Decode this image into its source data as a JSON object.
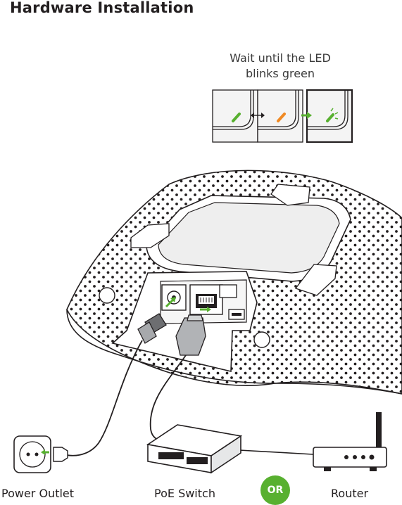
{
  "title": "Hardware Installation",
  "led_instruction": {
    "line1": "Wait until the LED",
    "line2": "blinks green"
  },
  "labels": {
    "power_outlet": "Power Outlet",
    "poe_switch": "PoE Switch",
    "or": "OR",
    "router": "Router"
  },
  "colors": {
    "led_green": "#58b030",
    "led_orange": "#f08a24",
    "arrow_green": "#58b030",
    "line": "#231f20"
  },
  "icons": [
    "led-indicator-icon",
    "power-outlet-icon",
    "poe-switch-icon",
    "router-icon",
    "access-point-device"
  ]
}
